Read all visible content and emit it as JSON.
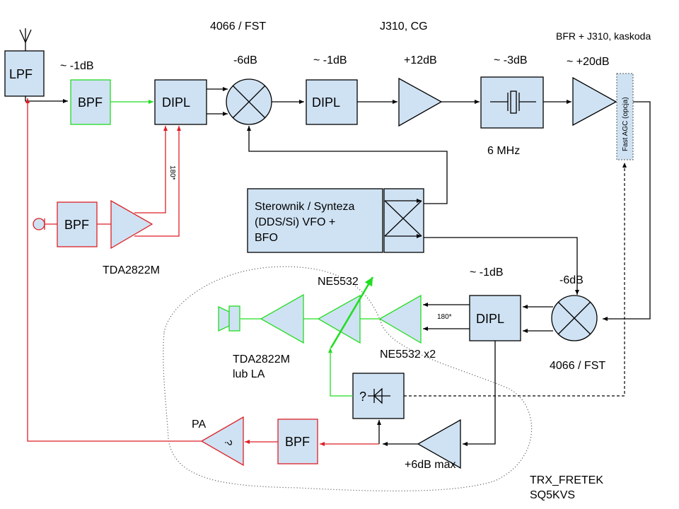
{
  "title": "TRX_FRETEK",
  "author": "SQ5KVS",
  "colors": {
    "block_fill": "#cfe2f3",
    "rx_path": "#000000",
    "audio_path": "#22dd22",
    "tx_path": "#dd1f26"
  },
  "labels": {
    "mixer1_chip": "4066 / FST",
    "amp1_chip": "J310, CG",
    "amp2_chip": "BFR + J310, kaskoda",
    "bpf1_gain": "~ -1dB",
    "mixer1_gain": "-6dB",
    "dipl2_gain": "~ -1dB",
    "amp1_gain": "+12dB",
    "xtal_gain": "~ -3dB",
    "amp2_gain": "~ +20dB",
    "xtal_freq": "6 MHz",
    "phase_180_tx": "180*",
    "phase_180_rx": "180*",
    "mic_amp_chip": "TDA2822M",
    "ne5532_top": "NE5532",
    "ne5532_x2": "NE5532 x2",
    "audio_amp_chip": "TDA2822M",
    "audio_amp_chip2": "lub LA",
    "dipl3_gain": "~ -1dB",
    "mixer2_gain": "-6dB",
    "mixer2_chip": "4066 / FST",
    "pa_label": "PA",
    "tx_amp_gain": "+6dB max"
  },
  "blocks": {
    "lpf": "LPF",
    "bpf_rx": "BPF",
    "dipl_1": "DIPL",
    "dipl_2": "DIPL",
    "bpf_mic": "BPF",
    "controller_line1": "Sterownik / Synteza",
    "controller_line2": "(DDS/Si)  VFO +",
    "controller_line3": "BFO",
    "agc": "Fast AGC   (opcja)",
    "dipl_3": "DIPL",
    "detector_q": "?",
    "bpf_tx": "BPF",
    "pa_q": "?"
  }
}
